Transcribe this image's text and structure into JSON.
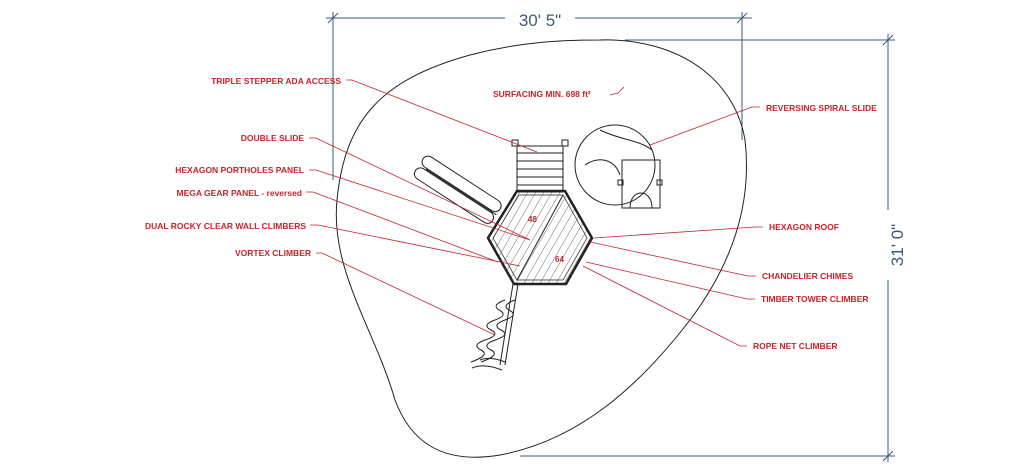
{
  "dimensions": {
    "width": "30' 5\"",
    "depth": "31' 0\""
  },
  "surfacing": "SURFACING MIN. 698 ft²",
  "deck_heights": [
    "48",
    "64"
  ],
  "labels_left": [
    "TRIPLE STEPPER ADA ACCESS",
    "DOUBLE SLIDE",
    "HEXAGON PORTHOLES PANEL",
    "MEGA GEAR PANEL - reversed",
    "DUAL ROCKY CLEAR WALL CLIMBERS",
    "VORTEX CLIMBER"
  ],
  "labels_right": [
    "REVERSING SPIRAL SLIDE",
    "HEXAGON ROOF",
    "CHANDELIER CHIMES",
    "TIMBER TOWER CLIMBER",
    "ROPE NET CLIMBER"
  ],
  "colors": {
    "label": "#c8232b",
    "dimension": "#3b5a7d",
    "ink": "#222222"
  }
}
